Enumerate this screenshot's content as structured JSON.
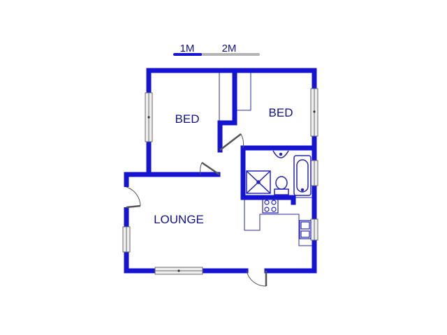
{
  "colors": {
    "wall": "#1414d2",
    "fixture": "#2424b8",
    "thin": "#2a2aa6",
    "label": "#10108c",
    "window_fill": "#eeeeee",
    "window_stroke": "#6a6a6a",
    "scale_grey": "#b4b4b4",
    "background": "#ffffff"
  },
  "scale_bar": {
    "label_1": "1M",
    "label_2": "2M"
  },
  "rooms": {
    "bed_left": "BED",
    "bed_right": "BED",
    "lounge": "LOUNGE"
  },
  "fixtures": [
    "door-icon",
    "window-icon",
    "bathtub-icon",
    "toilet-icon",
    "basin-icon",
    "shower-icon",
    "stove-icon",
    "double-sink-icon"
  ]
}
